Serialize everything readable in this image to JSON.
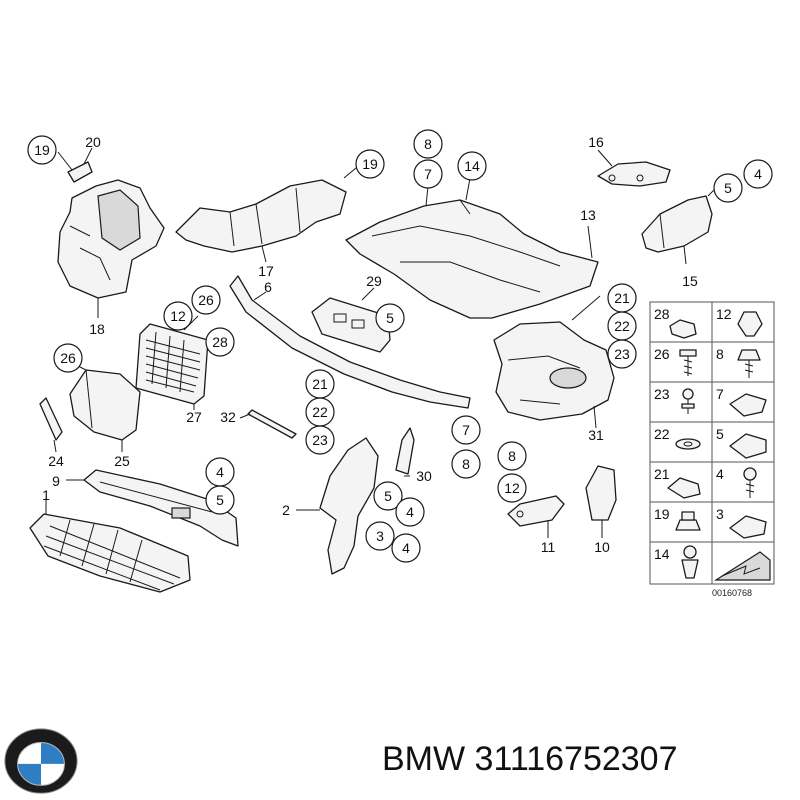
{
  "caption": {
    "brand": "BMW",
    "part_number": "31116752307"
  },
  "logo": {
    "name": "bmw-roundel",
    "colors": {
      "ring": "#1b1b1b",
      "blue": "#2f7ec1",
      "white": "#ffffff"
    }
  },
  "reference_code": "00160768",
  "callouts": {
    "c19a": "19",
    "c20": "20",
    "c19b": "19",
    "c18": "18",
    "c17": "17",
    "c8a": "8",
    "c7a": "7",
    "c14": "14",
    "c16": "16",
    "c5a": "5",
    "c4a": "4",
    "c13": "13",
    "c15": "15",
    "c12a": "12",
    "c26a": "26",
    "c28a": "28",
    "c6": "6",
    "c29": "29",
    "c5b": "5",
    "c21a": "21",
    "c22a": "22",
    "c23a": "23",
    "c26b": "26",
    "c27": "27",
    "c21b": "21",
    "c22b": "22",
    "c23b": "23",
    "c32": "32",
    "c31": "31",
    "c7b": "7",
    "c8b": "8",
    "c24": "24",
    "c25": "25",
    "c1": "1",
    "c9": "9",
    "c4b": "4",
    "c5c": "5",
    "c2": "2",
    "c30": "30",
    "c5d": "5",
    "c4c": "4",
    "c3": "3",
    "c4d": "4",
    "c8c": "8",
    "c12b": "12",
    "c11": "11",
    "c10": "10"
  },
  "legend_grid": {
    "rows": [
      [
        "28",
        "12"
      ],
      [
        "26",
        "8"
      ],
      [
        "23",
        "7"
      ],
      [
        "22",
        "5"
      ],
      [
        "21",
        "4"
      ],
      [
        "19",
        "3"
      ],
      [
        "14",
        ""
      ]
    ]
  }
}
